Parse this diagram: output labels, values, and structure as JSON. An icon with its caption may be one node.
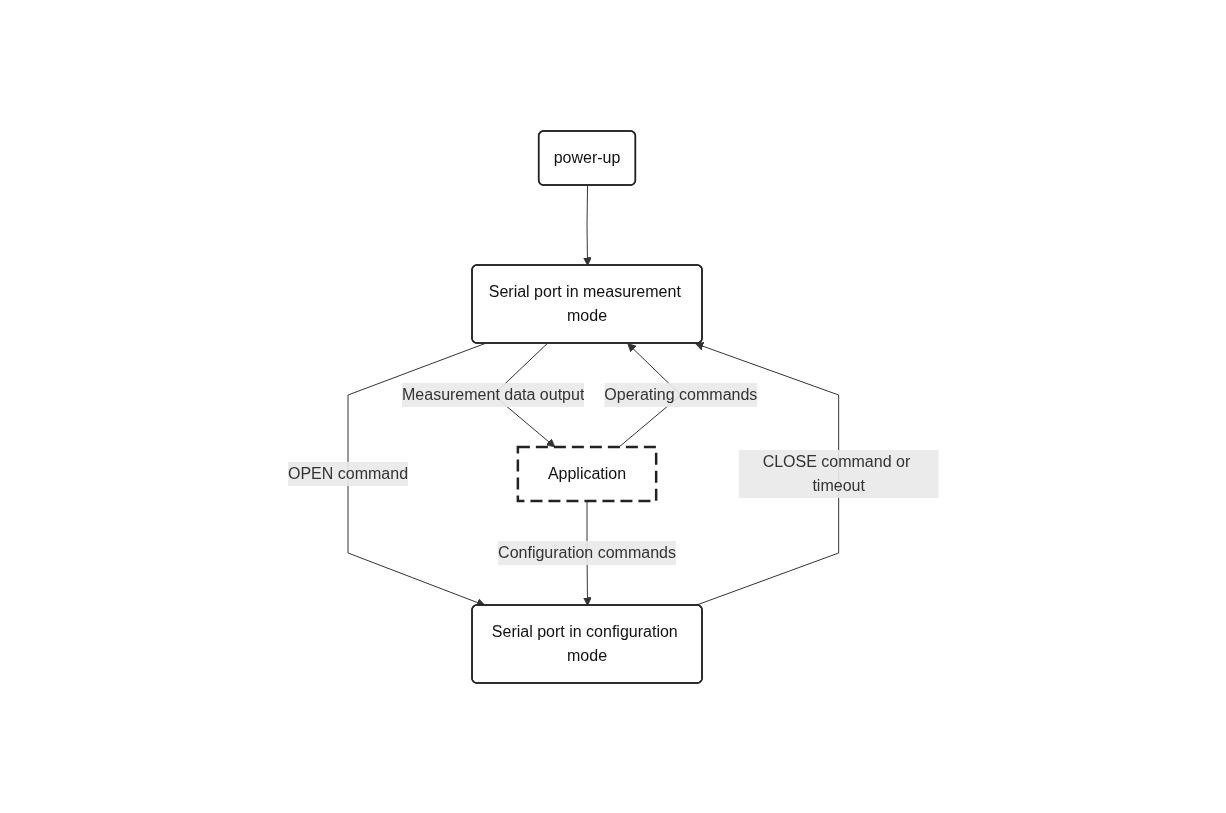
{
  "diagram": {
    "nodes": [
      {
        "text": [
          "power-up"
        ]
      },
      {
        "text": [
          "Serial port in measurement mode"
        ]
      },
      {
        "text": [
          "Serial port in configuration mode"
        ]
      },
      {
        "text": [
          "Application"
        ]
      }
    ],
    "edges": [
      {
        "from": 0,
        "to": 1,
        "arrow": "to"
      },
      {
        "from": 1,
        "to": 3,
        "arrow": "to",
        "label": "Measurement data output"
      },
      {
        "from": 3,
        "to": 1,
        "arrow": "to",
        "label": "Operating commands"
      },
      {
        "from": 1,
        "to": 2,
        "arrow": "to",
        "label": "OPEN command"
      },
      {
        "from": 2,
        "to": 1,
        "arrow": "to",
        "label": "CLOSE command or timeout"
      },
      {
        "from": 3,
        "to": 2,
        "arrow": "to",
        "label": "Configuration commands"
      }
    ]
  }
}
